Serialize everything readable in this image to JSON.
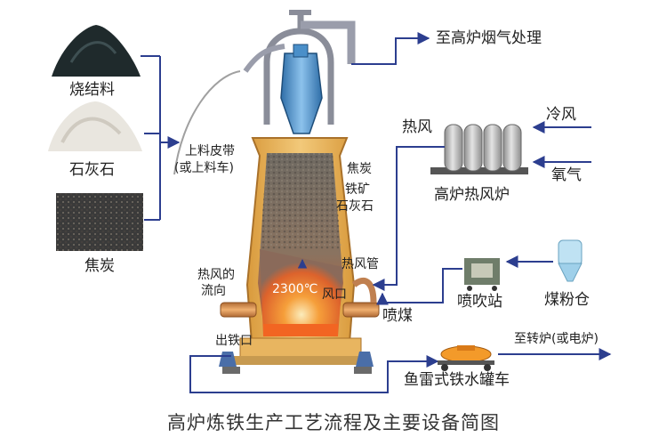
{
  "title": "高炉炼铁生产工艺流程及主要设备简图",
  "colors": {
    "arrow": "#2c3e8f",
    "furnace_shell": "#e8b560",
    "burden": "#7d7466",
    "flame": "#f7941d",
    "hot_metal": "#f26522",
    "stove": "#b9b9b9",
    "hopper": "#4a8fc9"
  },
  "materials": {
    "sinter": "烧结料",
    "limestone": "石灰石",
    "coke": "焦炭"
  },
  "conveyor": {
    "line1": "上料皮带",
    "line2": "(或上料车)"
  },
  "flue_gas": "至高炉烟气处理",
  "burden_labels": {
    "coke": "焦炭",
    "iron_ore": "铁矿",
    "limestone": "石灰石"
  },
  "stoves": {
    "name": "高炉热风炉",
    "hot_blast": "热风",
    "cold_blast": "冷风",
    "oxygen": "氧气"
  },
  "furnace": {
    "hot_blast_flow_1": "热风的",
    "hot_blast_flow_2": "流向",
    "temperature": "2300℃",
    "bustle_pipe": "热风管",
    "tuyere": "风口",
    "tap_hole": "出铁口",
    "pci": "喷煤"
  },
  "injection": {
    "station": "喷吹站",
    "coal_bin": "煤粉仓"
  },
  "torpedo": {
    "name": "鱼雷式铁水罐车",
    "destination": "至转炉(或电炉)"
  }
}
